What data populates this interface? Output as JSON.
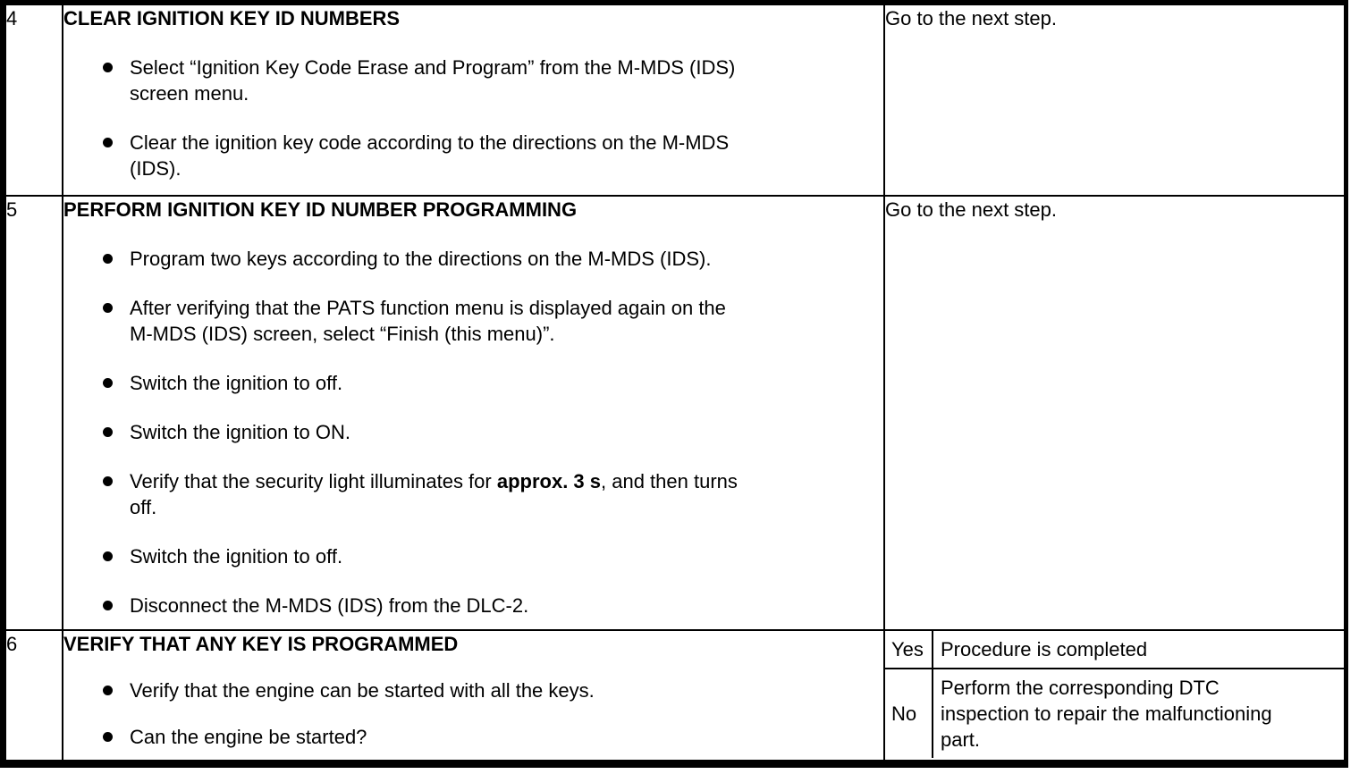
{
  "table": {
    "rows": [
      {
        "step": "4",
        "title": "CLEAR IGNITION KEY ID NUMBERS",
        "bullets": [
          "Select “Ignition Key Code Erase and Program” from the M-MDS (IDS)\nscreen menu.",
          "Clear the ignition key code according to the directions on the M-MDS\n(IDS)."
        ],
        "result": "Go to the next step."
      },
      {
        "step": "5",
        "title": "PERFORM IGNITION KEY ID NUMBER PROGRAMMING",
        "bullets": [
          "Program two keys according to the directions on the M-MDS (IDS).",
          "After verifying that the PATS function menu is displayed again on the\nM-MDS (IDS) screen, select “Finish (this menu)”.",
          "Switch the ignition to off.",
          "Switch the ignition to ON.",
          {
            "pre": "Verify that the security light illuminates for ",
            "bold": "approx. 3 s",
            "post": ", and then turns\noff."
          },
          "Switch the ignition to off.",
          "Disconnect the M-MDS (IDS) from the DLC-2."
        ],
        "result": "Go to the next step."
      },
      {
        "step": "6",
        "title": "VERIFY THAT ANY KEY IS PROGRAMMED",
        "bullets": [
          "Verify that the engine can be started with all the keys.",
          "Can the engine be started?"
        ],
        "results": [
          {
            "answer": "Yes",
            "text": "Procedure is completed"
          },
          {
            "answer": "No",
            "text": "Perform the corresponding DTC\ninspection to repair the malfunctioning\npart."
          }
        ]
      }
    ]
  }
}
